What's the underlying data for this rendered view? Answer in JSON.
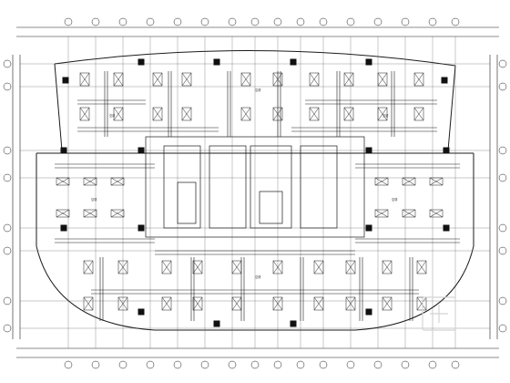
{
  "diagram": {
    "kind": "hvac-floor-plan",
    "colors": {
      "line": "#1b1b1b",
      "thin": "#4a4a4a",
      "column": "#111111",
      "watermark": "#d4d4d4"
    },
    "top_axis_labels": [
      "",
      "",
      "",
      "",
      "",
      "",
      "",
      "",
      "",
      "",
      "",
      "",
      "",
      "",
      "",
      "",
      "",
      ""
    ],
    "side_axis_labels": [
      "",
      "",
      "",
      "",
      "",
      "",
      ""
    ],
    "zone_labels": [
      "空调",
      "空调",
      "空调",
      "空调",
      "空调",
      "空调"
    ],
    "watermark_icon": "logo-watermark-icon"
  }
}
